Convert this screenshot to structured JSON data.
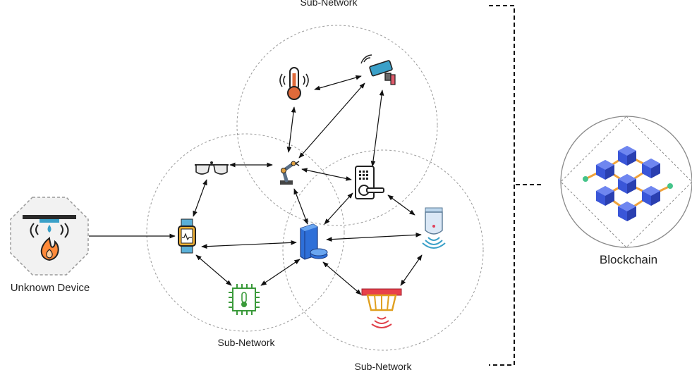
{
  "labels": {
    "subnet_top": "Sub-Network",
    "subnet_left": "Sub-Network",
    "subnet_right": "Sub-Network",
    "unknown_device": "Unknown Device",
    "blockchain": "Blockchain"
  },
  "colors": {
    "circle_stroke": "#9a9a9a",
    "arrow": "#111111",
    "chain_cube": "#3a56d8",
    "chain_link": "#f0a23a",
    "chain_end": "#45c48a"
  },
  "icons": [
    "thermometer-icon",
    "security-camera-icon",
    "smart-glasses-icon",
    "robotic-arm-icon",
    "smart-lock-icon",
    "smartwatch-icon",
    "server-icon",
    "water-sensor-icon",
    "chip-temperature-icon",
    "smart-basket-icon",
    "fire-sensor-icon",
    "blockchain-icon"
  ]
}
